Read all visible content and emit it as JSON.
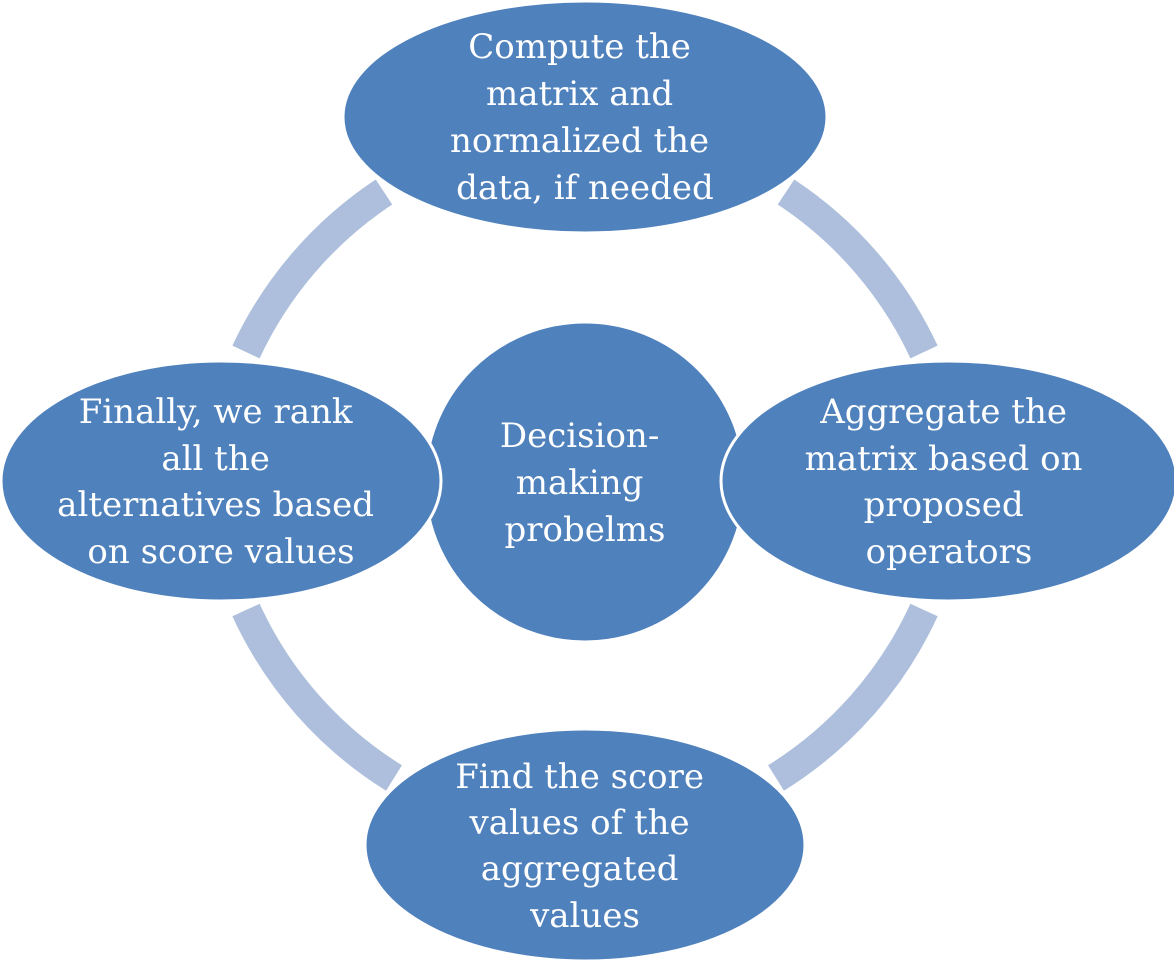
{
  "colors": {
    "node_fill": "#4f81bd",
    "node_stroke": "#ffffff",
    "ring": "#adbfdc",
    "text": "#ffffff"
  },
  "diagram": {
    "center": {
      "lines": [
        "Decision-",
        "making",
        "probelms"
      ]
    },
    "steps": [
      {
        "lines": [
          "Compute the",
          "matrix and",
          "normalized the",
          "data, if needed"
        ]
      },
      {
        "lines": [
          "Aggregate the",
          "matrix based on",
          "proposed",
          "operators"
        ]
      },
      {
        "lines": [
          "Find the score",
          "values of the",
          "aggregated",
          "values"
        ]
      },
      {
        "lines": [
          "Finally, we rank",
          "all the",
          "alternatives based",
          "on score values"
        ]
      }
    ]
  }
}
